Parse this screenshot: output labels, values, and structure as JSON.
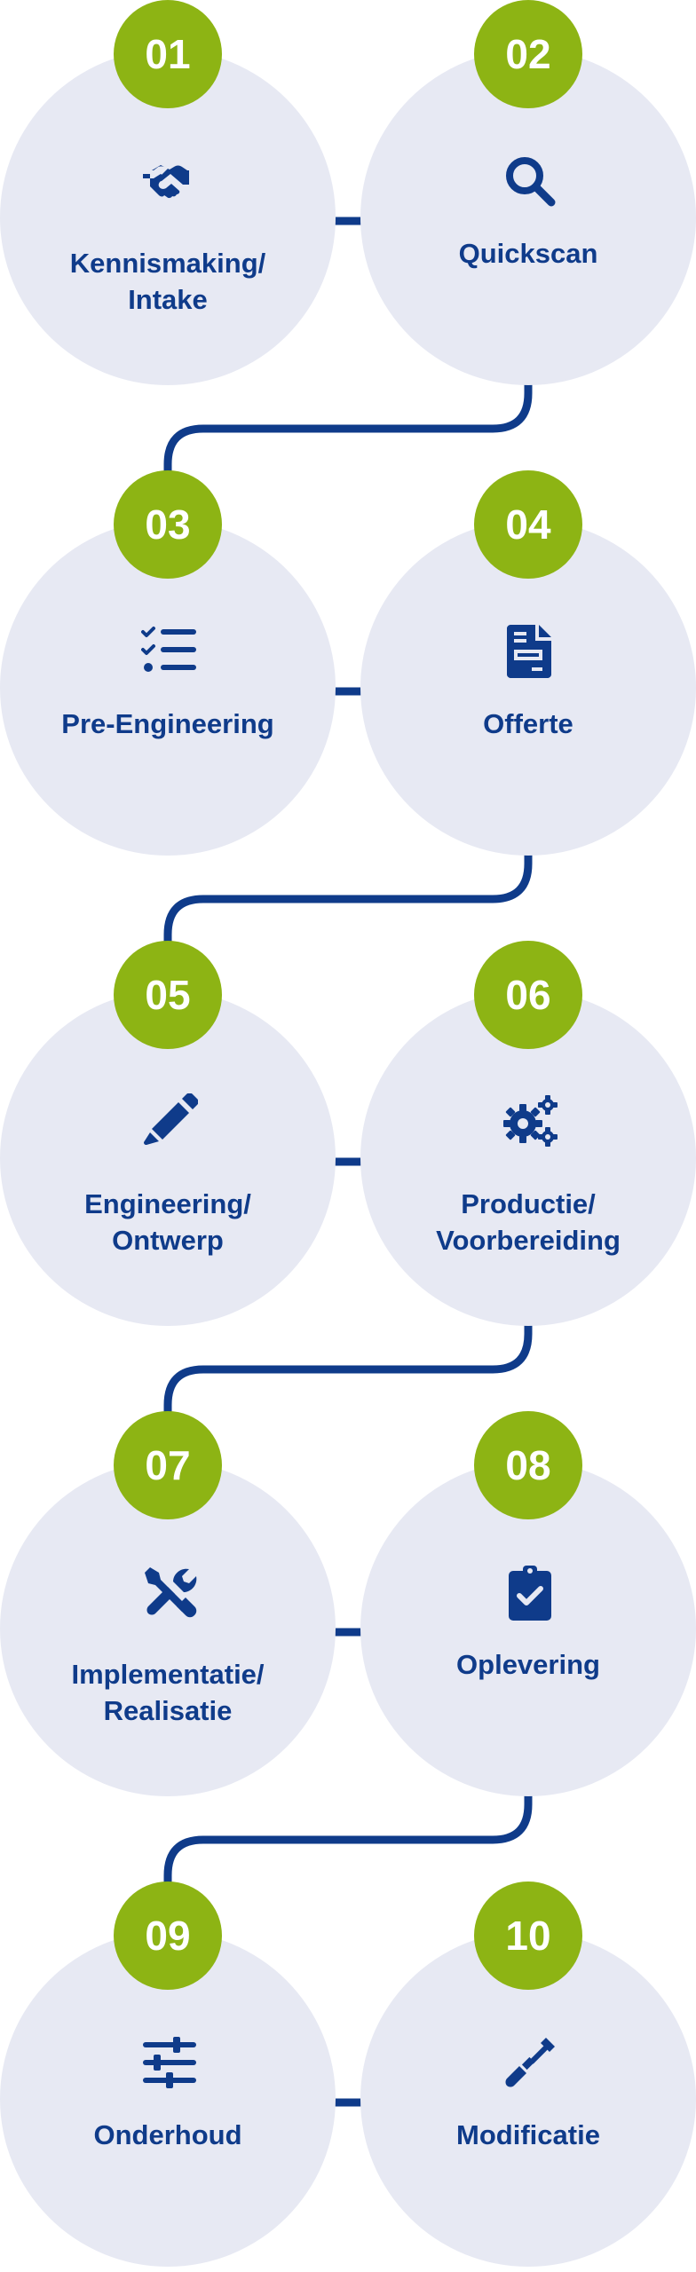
{
  "colors": {
    "circle_fill": "#e7e9f3",
    "badge_fill": "#8db414",
    "badge_text": "#ffffff",
    "label_text": "#0f3b8a",
    "connector": "#0f3b8a",
    "icon": "#0f3b8a"
  },
  "steps": [
    {
      "number": "01",
      "label_lines": [
        "Kennismaking/",
        "Intake"
      ],
      "icon": "handshake-icon"
    },
    {
      "number": "02",
      "label_lines": [
        "Quickscan"
      ],
      "icon": "magnifier-icon"
    },
    {
      "number": "03",
      "label_lines": [
        "Pre-Engineering"
      ],
      "icon": "checklist-icon"
    },
    {
      "number": "04",
      "label_lines": [
        "Offerte"
      ],
      "icon": "document-icon"
    },
    {
      "number": "05",
      "label_lines": [
        "Engineering/",
        "Ontwerp"
      ],
      "icon": "pencil-icon"
    },
    {
      "number": "06",
      "label_lines": [
        "Productie/",
        "Voorbereiding"
      ],
      "icon": "gears-icon"
    },
    {
      "number": "07",
      "label_lines": [
        "Implementatie/",
        "Realisatie"
      ],
      "icon": "tools-icon"
    },
    {
      "number": "08",
      "label_lines": [
        "Oplevering"
      ],
      "icon": "clipboard-check-icon"
    },
    {
      "number": "09",
      "label_lines": [
        "Onderhoud"
      ],
      "icon": "sliders-icon"
    },
    {
      "number": "10",
      "label_lines": [
        "Modificatie"
      ],
      "icon": "screwdriver-icon"
    }
  ]
}
